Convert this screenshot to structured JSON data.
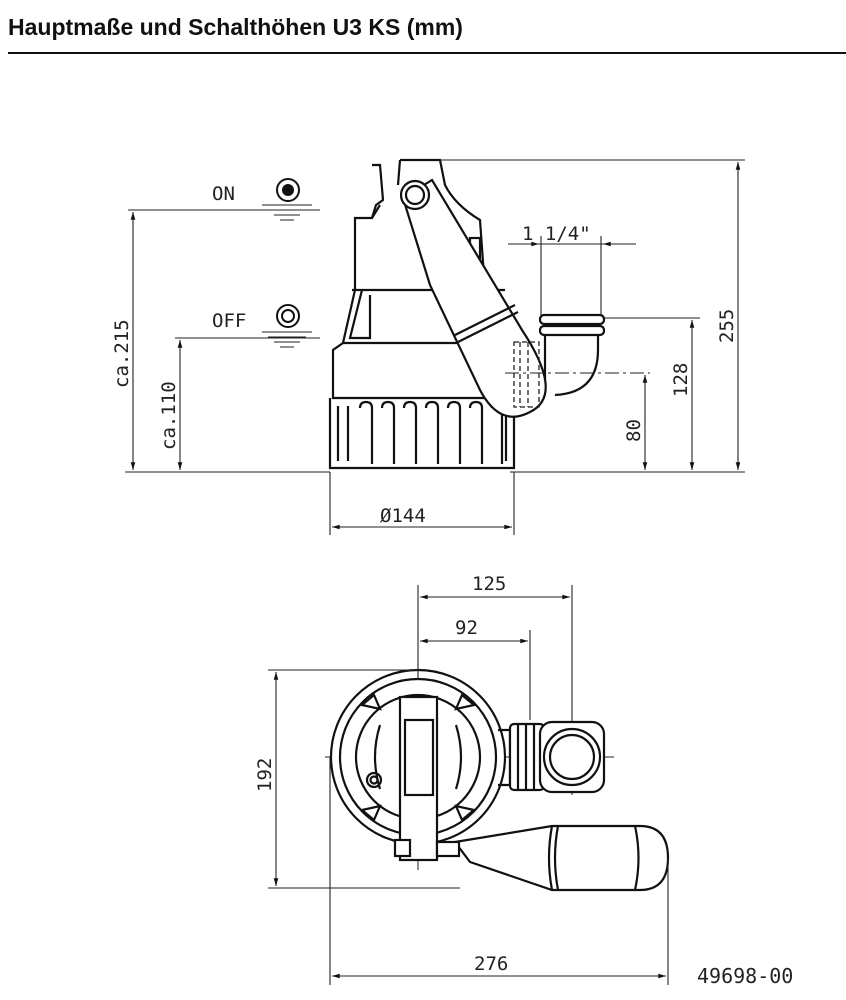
{
  "title": "Hauptmaße und Schalthöhen U3 KS (mm)",
  "side_view": {
    "on_label": "ON",
    "off_label": "OFF",
    "dim_on_height": "ca.215",
    "dim_off_height": "ca.110",
    "dim_outlet_thread": "1 1/4\"",
    "dim_total_height": "255",
    "dim_outlet_top": "128",
    "dim_outlet_center": "80",
    "dim_diameter": "Ø144"
  },
  "top_view": {
    "dim_outlet_offset": "125",
    "dim_connector_offset": "92",
    "dim_depth": "192",
    "dim_width": "276"
  },
  "drawing_number": "49698-00"
}
